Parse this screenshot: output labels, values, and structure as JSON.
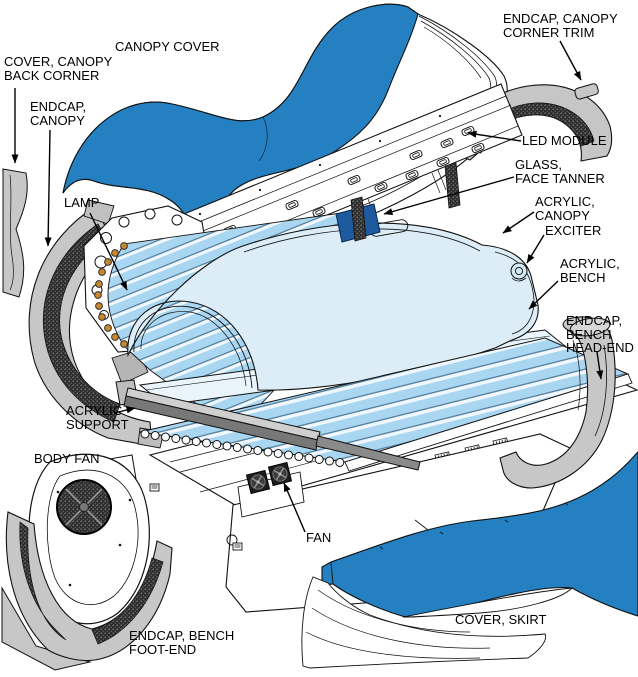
{
  "figure": {
    "kind": "exploded-parts-diagram",
    "subject": "tanning bed assembly",
    "background": "#FFFFFF"
  },
  "colors": {
    "part_blue": "#2580C1",
    "glass_navy": "#1E5A9E",
    "lamp_blue": "#A9D6F0",
    "acrylic_canopy_blue": "#DCEDF8",
    "acrylic_bench_blue": "#E9F4FB",
    "endcap_gray": "#C7C7C7",
    "mesh_dark": "#2F2F2F",
    "line_black": "#101010"
  },
  "labels": [
    {
      "id": "canopy-cover",
      "text": "CANOPY COVER"
    },
    {
      "id": "endcap-canopy-corner-trim",
      "text": "ENDCAP, CANOPY\nCORNER TRIM"
    },
    {
      "id": "cover-canopy-back-corner",
      "text": "COVER, CANOPY\nBACK CORNER"
    },
    {
      "id": "endcap-canopy",
      "text": "ENDCAP,\nCANOPY"
    },
    {
      "id": "led-module",
      "text": "LED MODULE"
    },
    {
      "id": "glass-face-tanner",
      "text": "GLASS,\nFACE TANNER"
    },
    {
      "id": "acrylic-canopy",
      "text": "ACRYLIC,\nCANOPY"
    },
    {
      "id": "exciter",
      "text": "EXCITER"
    },
    {
      "id": "acrylic-bench",
      "text": "ACRYLIC,\nBENCH"
    },
    {
      "id": "endcap-bench-head-end",
      "text": "ENDCAP,\nBENCH\nHEAD-END"
    },
    {
      "id": "lamp",
      "text": "LAMP"
    },
    {
      "id": "acrylic-support",
      "text": "ACRYLIC\nSUPPORT"
    },
    {
      "id": "body-fan",
      "text": "BODY FAN"
    },
    {
      "id": "fan",
      "text": "FAN"
    },
    {
      "id": "endcap-bench-foot-end",
      "text": "ENDCAP, BENCH\nFOOT-END"
    },
    {
      "id": "cover-skirt",
      "text": "COVER, SKIRT"
    }
  ]
}
